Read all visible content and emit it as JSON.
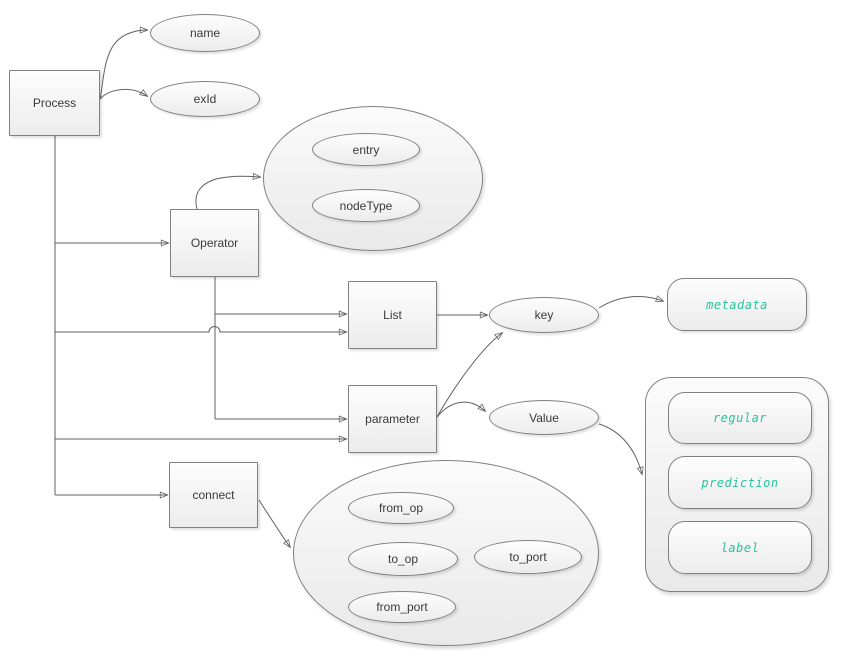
{
  "colors": {
    "canvas_bg": "#ffffff",
    "shape_border": "#808080",
    "connector": "#616161",
    "node_text": "#3a3a3a",
    "accent_text": "#27c49e"
  },
  "nodes": {
    "process": {
      "label": "Process",
      "shape": "rectangle"
    },
    "name": {
      "label": "name",
      "shape": "ellipse"
    },
    "exid": {
      "label": "exId",
      "shape": "ellipse"
    },
    "operator": {
      "label": "Operator",
      "shape": "rectangle"
    },
    "entry": {
      "label": "entry",
      "shape": "ellipse"
    },
    "nodetype": {
      "label": "nodeType",
      "shape": "ellipse"
    },
    "list": {
      "label": "List",
      "shape": "rectangle"
    },
    "key": {
      "label": "key",
      "shape": "ellipse"
    },
    "metadata": {
      "label": "metadata",
      "shape": "rounded-rectangle"
    },
    "parameter": {
      "label": "parameter",
      "shape": "rectangle"
    },
    "value": {
      "label": "Value",
      "shape": "ellipse"
    },
    "regular": {
      "label": "regular",
      "shape": "rounded-rectangle"
    },
    "prediction": {
      "label": "prediction",
      "shape": "rounded-rectangle"
    },
    "label_opt": {
      "label": "label",
      "shape": "rounded-rectangle"
    },
    "connect": {
      "label": "connect",
      "shape": "rectangle"
    },
    "from_op": {
      "label": "from_op",
      "shape": "ellipse"
    },
    "to_op": {
      "label": "to_op",
      "shape": "ellipse"
    },
    "to_port": {
      "label": "to_port",
      "shape": "ellipse"
    },
    "from_port": {
      "label": "from_port",
      "shape": "ellipse"
    }
  },
  "edges": [
    {
      "from": "Process",
      "to": "name"
    },
    {
      "from": "Process",
      "to": "exId"
    },
    {
      "from": "Process",
      "to": "Operator"
    },
    {
      "from": "Process",
      "to": "List"
    },
    {
      "from": "Process",
      "to": "parameter"
    },
    {
      "from": "Process",
      "to": "connect"
    },
    {
      "from": "Operator",
      "to": "entry/nodeType group"
    },
    {
      "from": "Operator",
      "to": "List"
    },
    {
      "from": "Operator",
      "to": "parameter"
    },
    {
      "from": "List",
      "to": "key"
    },
    {
      "from": "parameter",
      "to": "key"
    },
    {
      "from": "parameter",
      "to": "Value"
    },
    {
      "from": "key",
      "to": "metadata"
    },
    {
      "from": "Value",
      "to": "regular/prediction/label group"
    },
    {
      "from": "connect",
      "to": "from_op/to_op/to_port/from_port group"
    }
  ]
}
